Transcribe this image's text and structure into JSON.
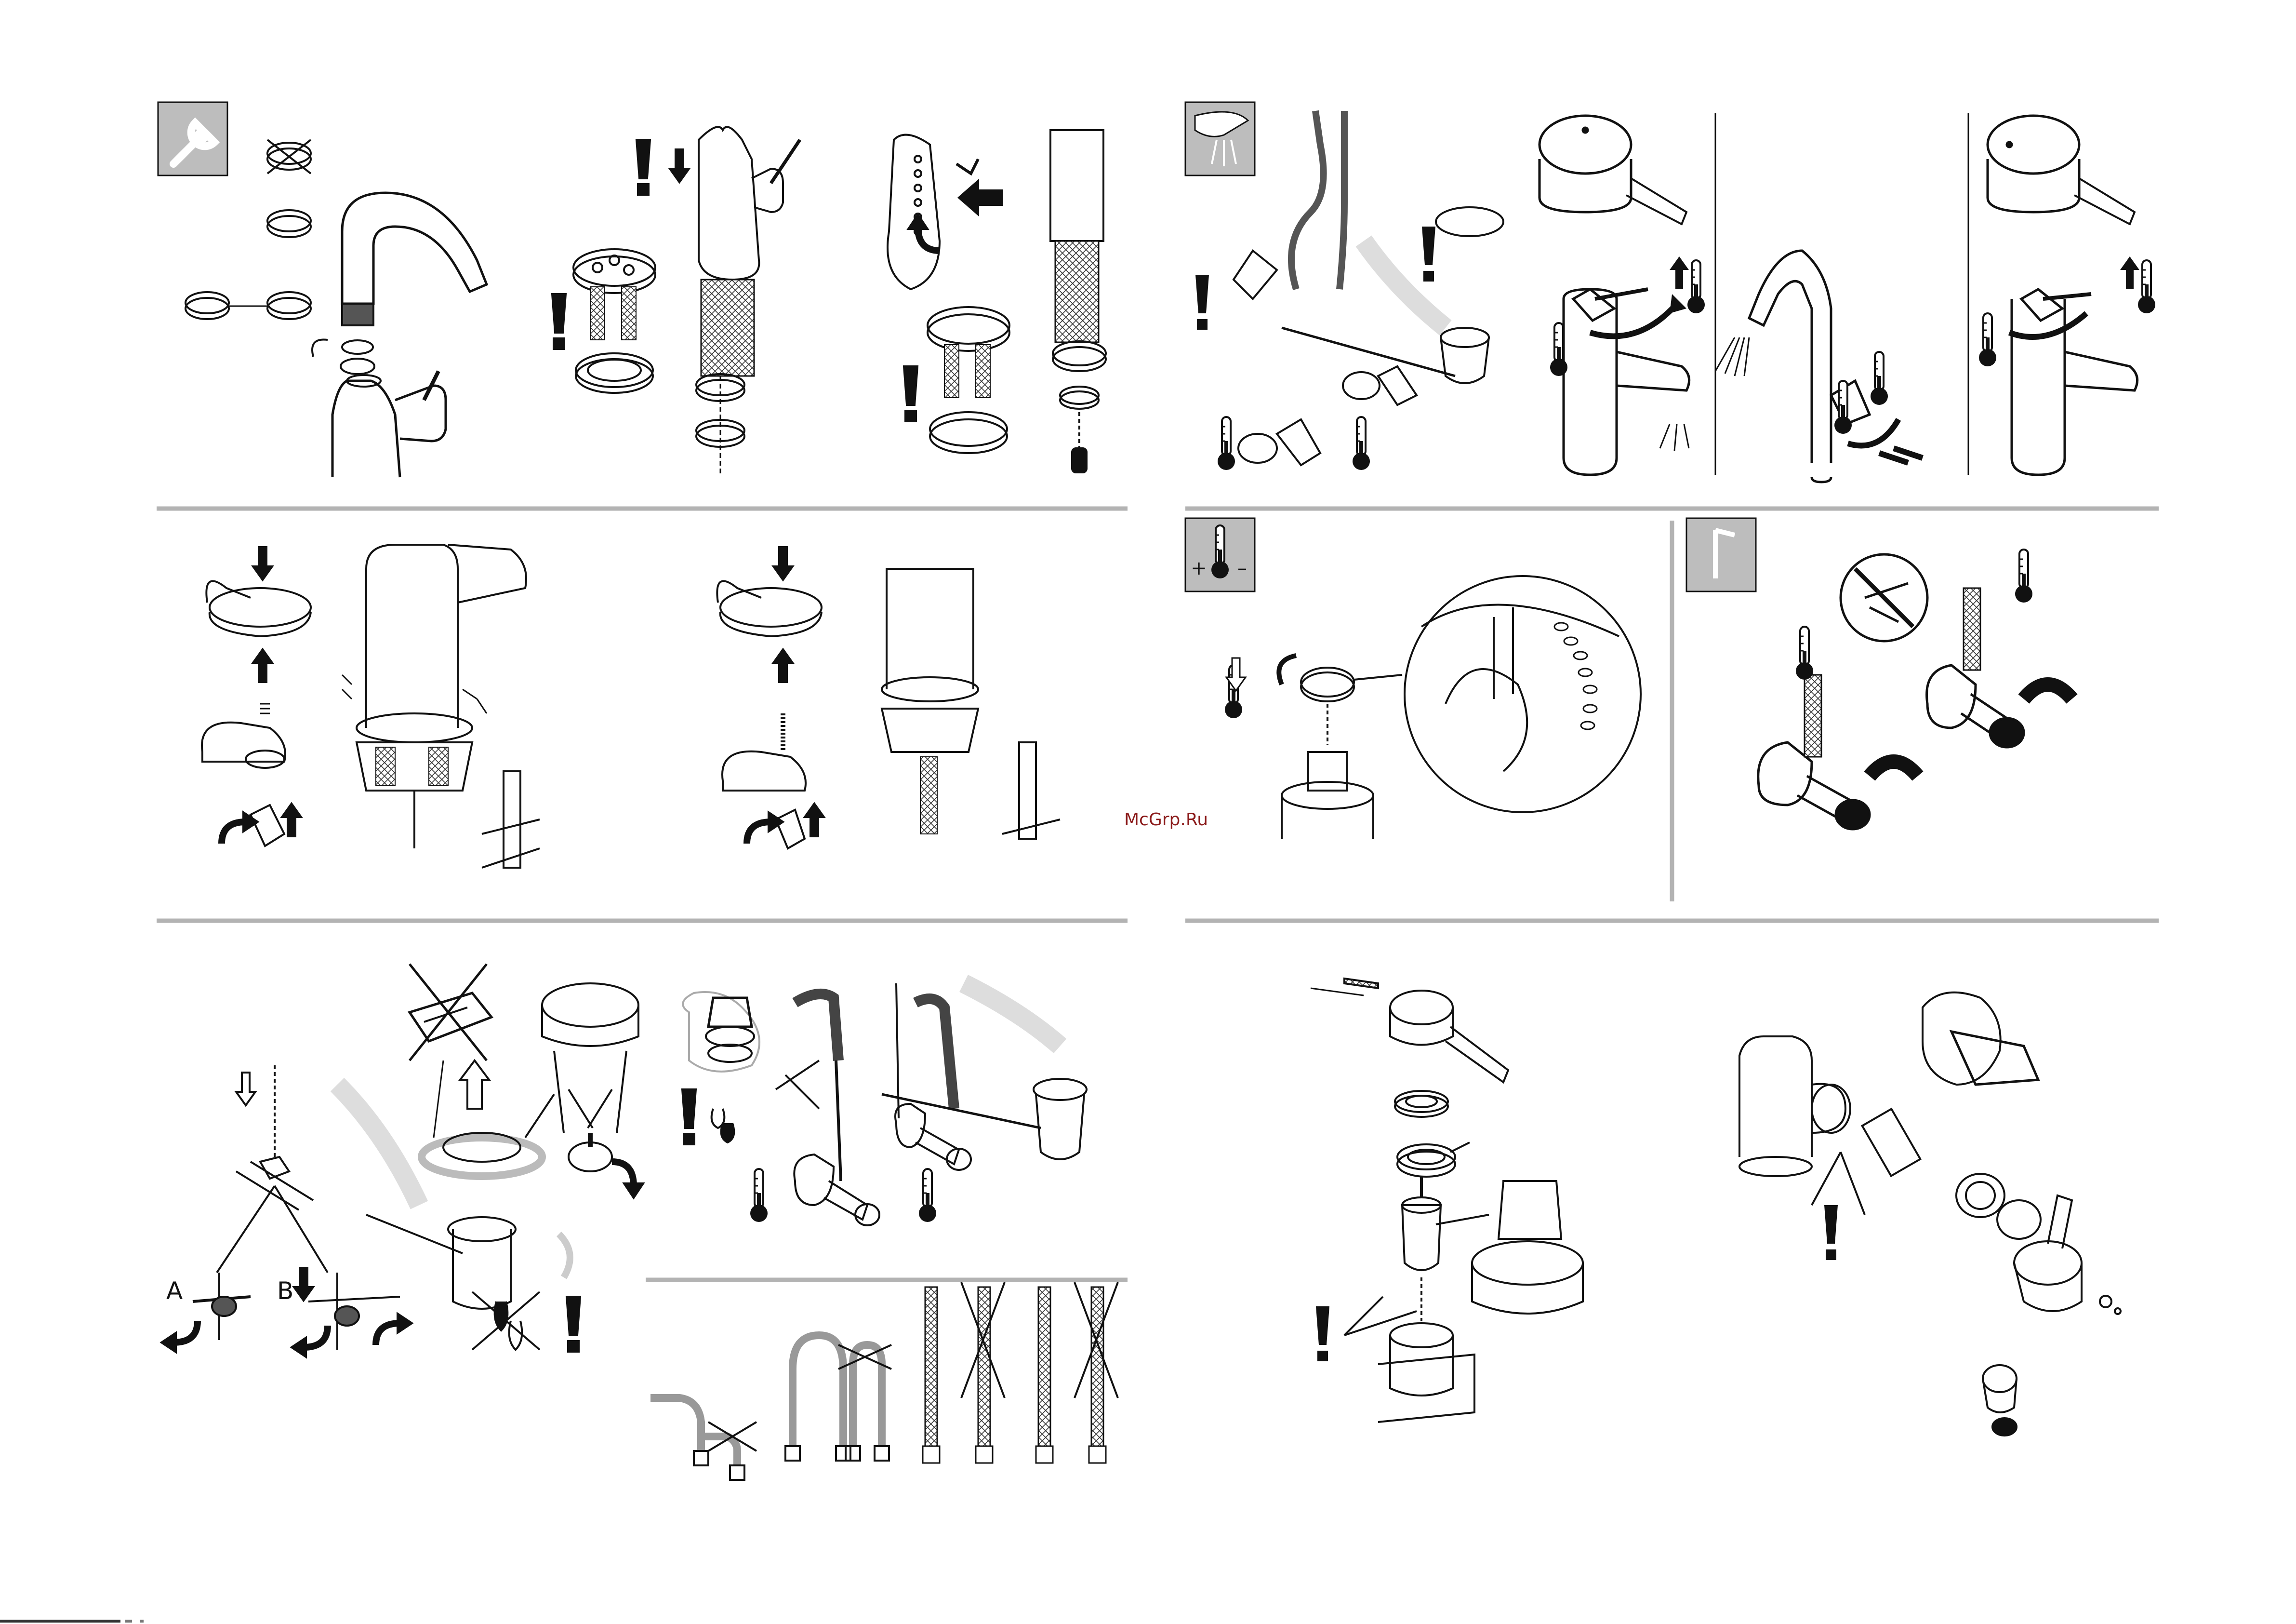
{
  "watermark": "McGrp.Ru",
  "labels": {
    "a": "A",
    "b": "B",
    "plus": "+",
    "minus": "–"
  },
  "colors": {
    "ink": "#111111",
    "divider": "#b3b3b3",
    "icon_bg": "#bdbdbd",
    "watermark": "#8b1a1a"
  },
  "icons": [
    "wrench-icon",
    "water-spray-icon",
    "temperature-adjust-icon",
    "hex-key-icon",
    "warning-exclamation-icon",
    "thermometer-icon",
    "crossed-out-icon"
  ]
}
